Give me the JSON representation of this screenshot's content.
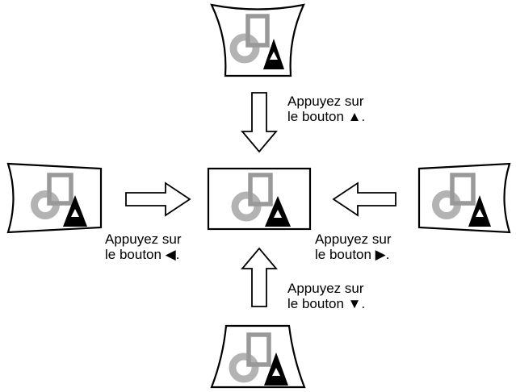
{
  "instructions": {
    "top": {
      "line1": "Appuyez sur",
      "line2": "le bouton ▲."
    },
    "left": {
      "line1": "Appuyez sur",
      "line2": "le bouton ◀."
    },
    "right": {
      "line1": "Appuyez sur",
      "line2": "le bouton ▶."
    },
    "bottom": {
      "line1": "Appuyez sur",
      "line2": "le bouton ▼."
    }
  },
  "colors": {
    "ring": "#b3b3b3",
    "square": "#999999",
    "triangle": "#000000",
    "glyph": "#ffffff",
    "outline": "#000000",
    "background": "#ffffff"
  }
}
